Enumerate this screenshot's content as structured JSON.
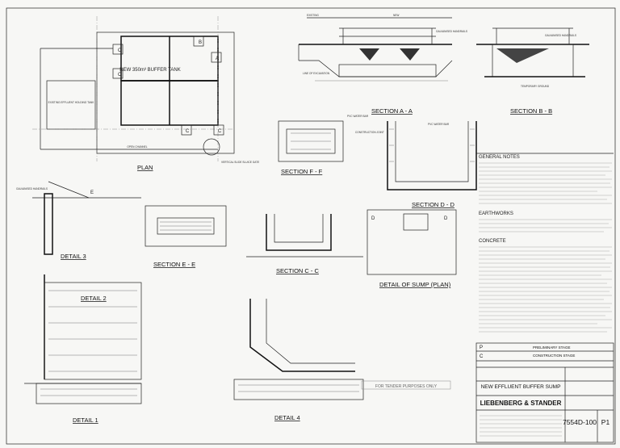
{
  "drawing_views": {
    "plan": "PLAN",
    "section_aa": "SECTION  A - A",
    "section_bb": "SECTION  B - B",
    "section_ff": "SECTION  F - F",
    "section_dd": "SECTION  D - D",
    "section_ee": "SECTION  E - E",
    "section_cc": "SECTION  C - C",
    "detail_1": "DETAIL 1",
    "detail_2": "DETAIL 2",
    "detail_3": "DETAIL 3",
    "detail_4": "DETAIL 4",
    "detail_sump": "DETAIL OF SUMP (PLAN)"
  },
  "plan_labels": {
    "tank": "NEW 350m³ BUFFER TANK",
    "existing_basin": "EXISTING EFFLUENT HOLDING TANK",
    "open_channel": "OPEN CHANNEL",
    "vertical_slide_gate": "VERTICAL SLIDE SLUICE GATE",
    "markers": [
      "A",
      "B",
      "C",
      "D",
      "E"
    ]
  },
  "section_labels": {
    "galvanised_handrails": "GALVANISED HANDRAILS",
    "line_of_excavation": "LINE OF EXCAVATION",
    "temporary_ground": "TEMPORARY GROUND",
    "existing": "EXISTING",
    "new": "NEW",
    "pvc_water_bar": "PVC WATER BAR",
    "construction_joint": "CONSTRUCTION JOINT"
  },
  "general_notes": {
    "heading": "GENERAL NOTES",
    "earthworks_heading": "EARTHWORKS",
    "concrete_heading": "CONCRETE"
  },
  "stamp": "FOR TENDER PURPOSES ONLY",
  "title_block": {
    "stage_1": "PRELIMINARY STAGE",
    "stage_2": "CONSTRUCTION STAGE",
    "rev_letters": [
      "P",
      "C"
    ],
    "project_title": "NEW EFFLUENT BUFFER SUMP",
    "company": "LIEBENBERG & STANDER",
    "drawing_number": "7554D-100",
    "revision": "P1"
  }
}
